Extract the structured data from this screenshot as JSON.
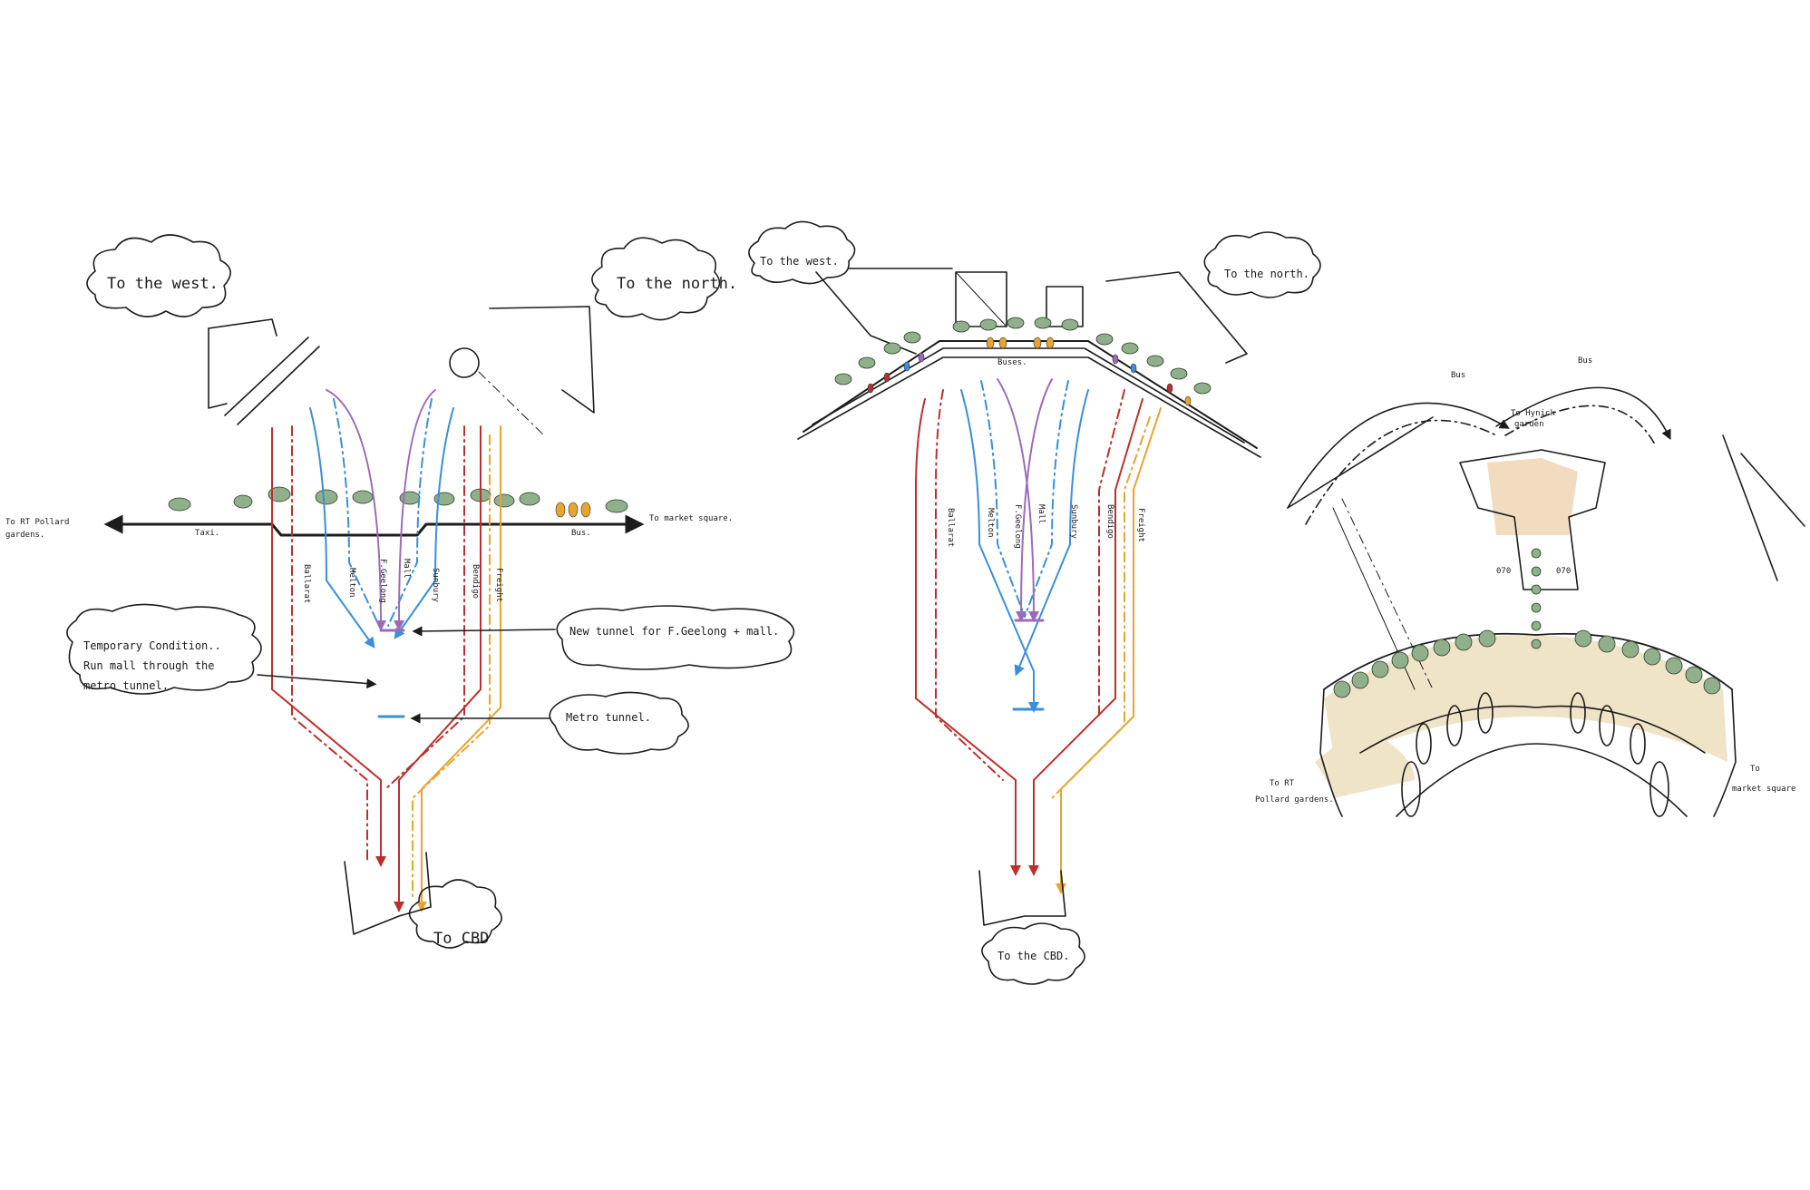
{
  "sketch_1": {
    "west": "To the west.",
    "north": "To the north.",
    "cbd": "To CBD",
    "gardens_line1": "To RT Pollard",
    "gardens_line2": "gardens.",
    "market": "To market square.",
    "taxi": "Taxi.",
    "bus": "Bus.",
    "note_temporary_line1": "Temporary Condition..",
    "note_temporary_line2": "Run mall through the",
    "note_temporary_line3": "metro tunnel.",
    "note_new_tunnel": "New tunnel for F.Geelong + mall.",
    "note_metro_tunnel": "Metro tunnel.",
    "lines": [
      "Ballarat",
      "Melton",
      "F.Geelong",
      "Mall",
      "Sunbury",
      "Bendigo",
      "Freight"
    ]
  },
  "sketch_2": {
    "west": "To the west.",
    "north": "To the north.",
    "cbd": "To the CBD.",
    "buses": "Buses.",
    "lines": [
      "Ballarat",
      "Melton",
      "F.Geelong",
      "Mall",
      "Sunbury",
      "Bendigo",
      "Freight"
    ]
  },
  "sketch_3": {
    "bus_left": "Bus",
    "bus_right": "Bus",
    "garden_line1": "To Hynick",
    "garden_line2": "garden",
    "label_mid_left": "070",
    "label_mid_right": "070",
    "gardens_line1": "To RT",
    "gardens_line2": "Pollard gardens.",
    "market_line1": "To",
    "market_line2": "market square"
  },
  "colors": {
    "red": "#b8312f",
    "blue": "#3a8fd6",
    "purple": "#9a6bb8",
    "orange": "#e6a532",
    "ink": "#1c1c1c",
    "tree": "#8fb08a",
    "sand": "#efe3c8"
  }
}
